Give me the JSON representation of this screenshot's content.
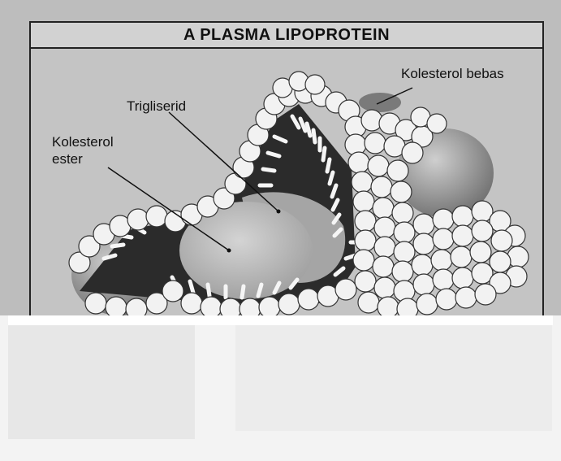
{
  "figure": {
    "title": "A PLASMA LIPOPROTEIN",
    "labels": {
      "free_cholesterol": "Kolesterol bebas",
      "triglyceride": "Trigliserid",
      "cholesterol_ester_line1": "Kolesterol",
      "cholesterol_ester_line2": "ester"
    },
    "colors": {
      "phospholipid_head": "#f2f2f2",
      "core": "#a9a9a9",
      "dark_shell": "#2b2b2b",
      "protein_sphere": "#8e8e8e",
      "background": "#c4c4c4"
    }
  }
}
